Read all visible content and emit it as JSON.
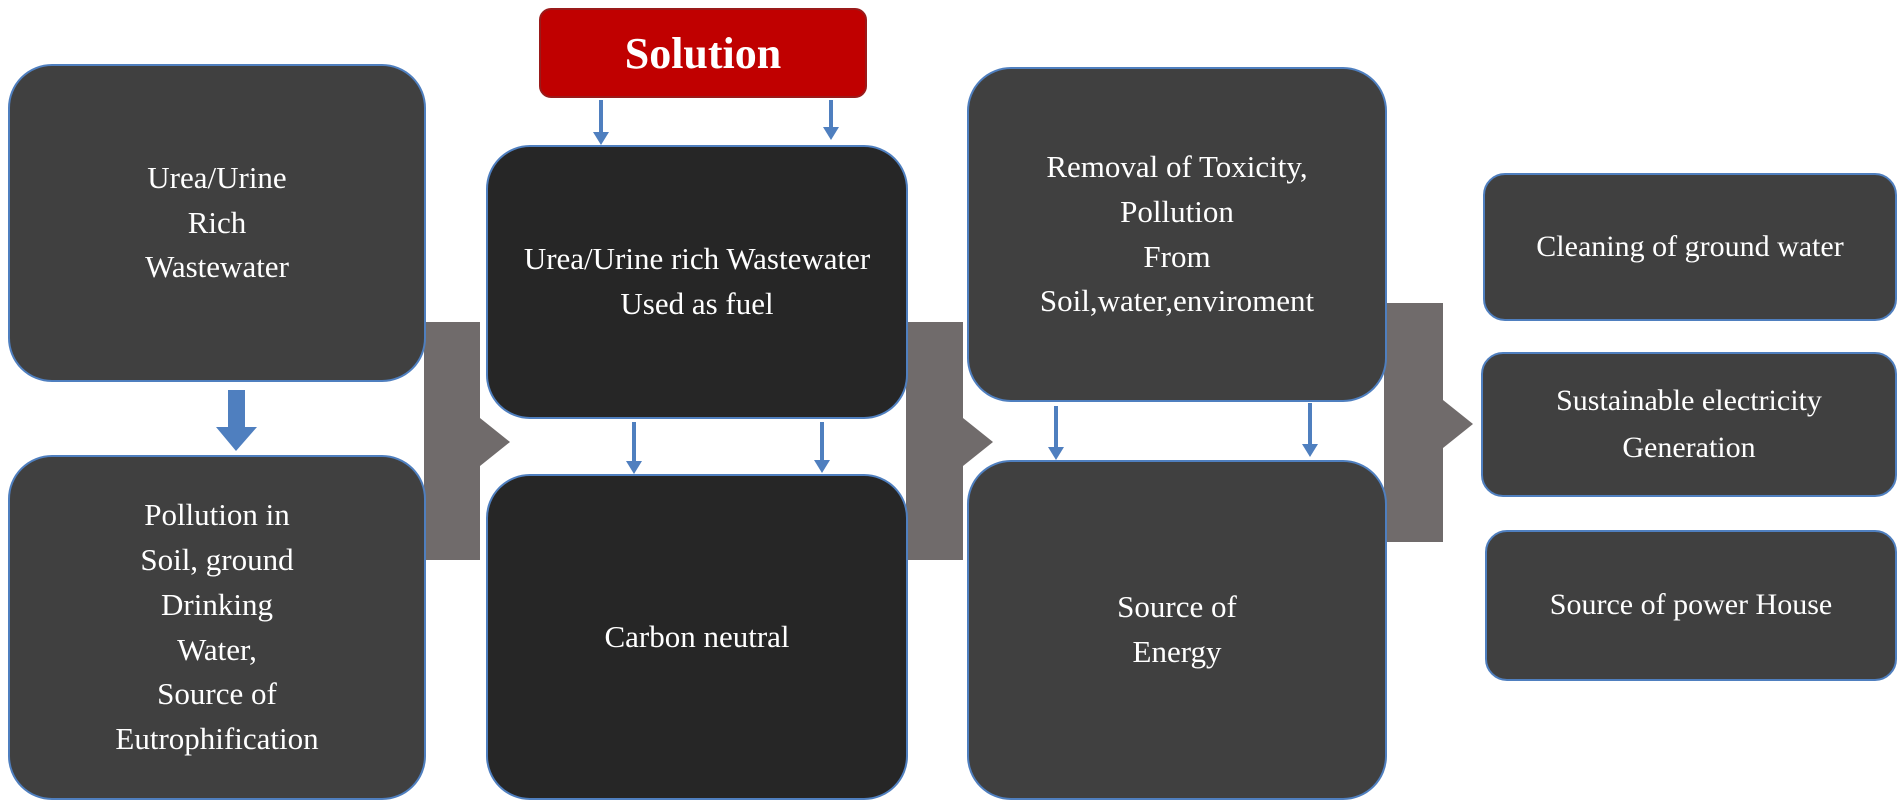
{
  "solution": "Solution",
  "left": {
    "top": "Urea/Urine\nRich\nWastewater",
    "bottom": "Pollution in\nSoil, ground\nDrinking\nWater,\nSource of\nEutrophification"
  },
  "middle": {
    "top": "Urea/Urine rich Wastewater\nUsed as fuel",
    "bottom": "Carbon neutral"
  },
  "right": {
    "top": "Removal of Toxicity,\nPollution\nFrom\nSoil,water,enviroment",
    "bottom": "Source of\nEnergy"
  },
  "outcomes": [
    "Cleaning of ground water",
    "Sustainable electricity\nGeneration",
    "Source of power House"
  ],
  "colors": {
    "box_fill": "#404040",
    "box_fill_dark": "#262626",
    "box_border": "#4f7fbf",
    "solution_fill": "#c00000",
    "big_arrow": "#706b6b",
    "small_arrow": "#4f7fbf"
  }
}
